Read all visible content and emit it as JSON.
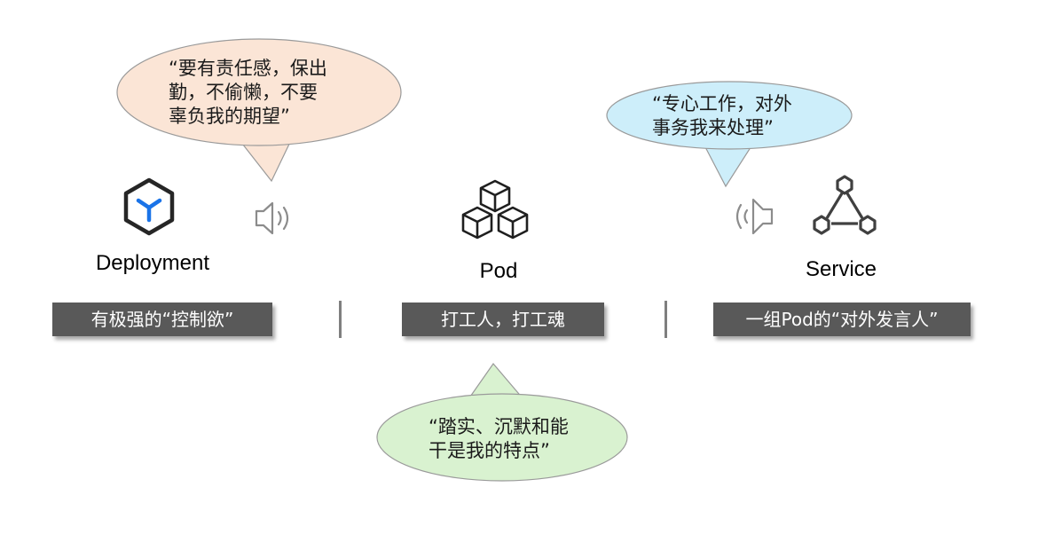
{
  "deployment": {
    "label": "Deployment",
    "tag": "有极强的“控制欲”",
    "bubble": [
      "“要有责任感，保出",
      "勤，不偷懒，不要",
      "辜负我的期望”"
    ],
    "bubble_color": "#fbe5d6",
    "icon": "deployment-hexagon-icon"
  },
  "pod": {
    "label": "Pod",
    "tag": "打工人，打工魂",
    "bubble": [
      "“踏实、沉默和能",
      "干是我的特点”"
    ],
    "bubble_color": "#d9f2d0",
    "icon": "pod-cubes-icon"
  },
  "service": {
    "label": "Service",
    "tag": "一组Pod的“对外发言人”",
    "bubble": [
      "“专心工作，对外",
      "事务我来处理”"
    ],
    "bubble_color": "#cdeefa",
    "icon": "service-triangle-network-icon"
  },
  "colors": {
    "tag_bg": "#595959",
    "divider": "#7f7f7f",
    "icon_stroke": "#262626",
    "deployment_accent": "#1a73e8"
  }
}
